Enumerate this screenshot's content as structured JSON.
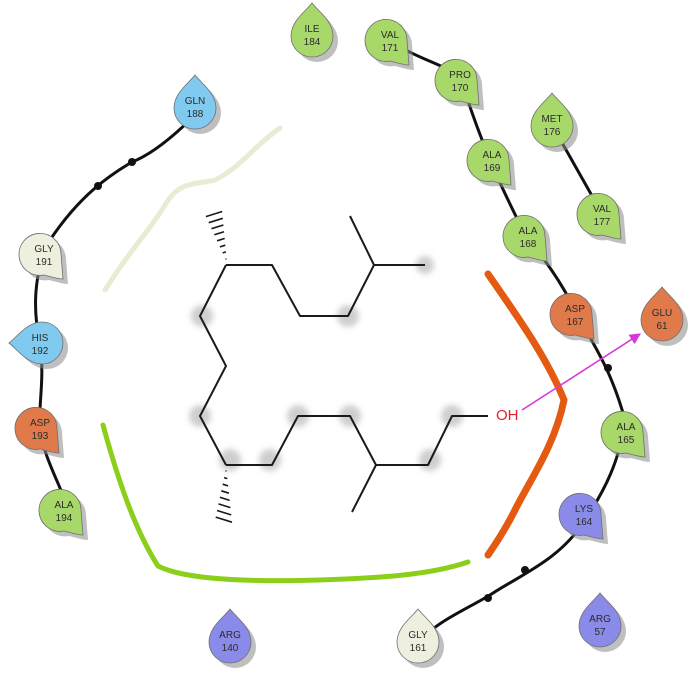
{
  "ligand": {
    "hydroxyl_label": "OH"
  },
  "residues": [
    {
      "name": "ILE",
      "number": "184",
      "type": "hydrophobic"
    },
    {
      "name": "VAL",
      "number": "171",
      "type": "hydrophobic"
    },
    {
      "name": "PRO",
      "number": "170",
      "type": "hydrophobic"
    },
    {
      "name": "MET",
      "number": "176",
      "type": "hydrophobic"
    },
    {
      "name": "ALA",
      "number": "169",
      "type": "hydrophobic"
    },
    {
      "name": "VAL",
      "number": "177",
      "type": "hydrophobic"
    },
    {
      "name": "ALA",
      "number": "168",
      "type": "hydrophobic"
    },
    {
      "name": "ASP",
      "number": "167",
      "type": "negative"
    },
    {
      "name": "GLU",
      "number": "61",
      "type": "negative"
    },
    {
      "name": "ALA",
      "number": "165",
      "type": "hydrophobic"
    },
    {
      "name": "LYS",
      "number": "164",
      "type": "positive"
    },
    {
      "name": "ARG",
      "number": "57",
      "type": "positive"
    },
    {
      "name": "GLY",
      "number": "161",
      "type": "glycine"
    },
    {
      "name": "ARG",
      "number": "140",
      "type": "positive"
    },
    {
      "name": "GLN",
      "number": "188",
      "type": "polar"
    },
    {
      "name": "GLY",
      "number": "191",
      "type": "glycine"
    },
    {
      "name": "HIS",
      "number": "192",
      "type": "polar"
    },
    {
      "name": "ASP",
      "number": "193",
      "type": "negative"
    },
    {
      "name": "ALA",
      "number": "194",
      "type": "hydrophobic"
    }
  ],
  "colors": {
    "hydrophobic": "#a9d86a",
    "negative": "#e07a4a",
    "positive": "#8a8ae8",
    "polar": "#7fcaee",
    "glycine": "#efefdf",
    "hbond_arrow": "#d63ad6",
    "pocket_hydrophobic": "#8ccf1a",
    "pocket_negative": "#e45a10",
    "pocket_glycine": "#e8ecd2",
    "backbone": "#111111"
  }
}
